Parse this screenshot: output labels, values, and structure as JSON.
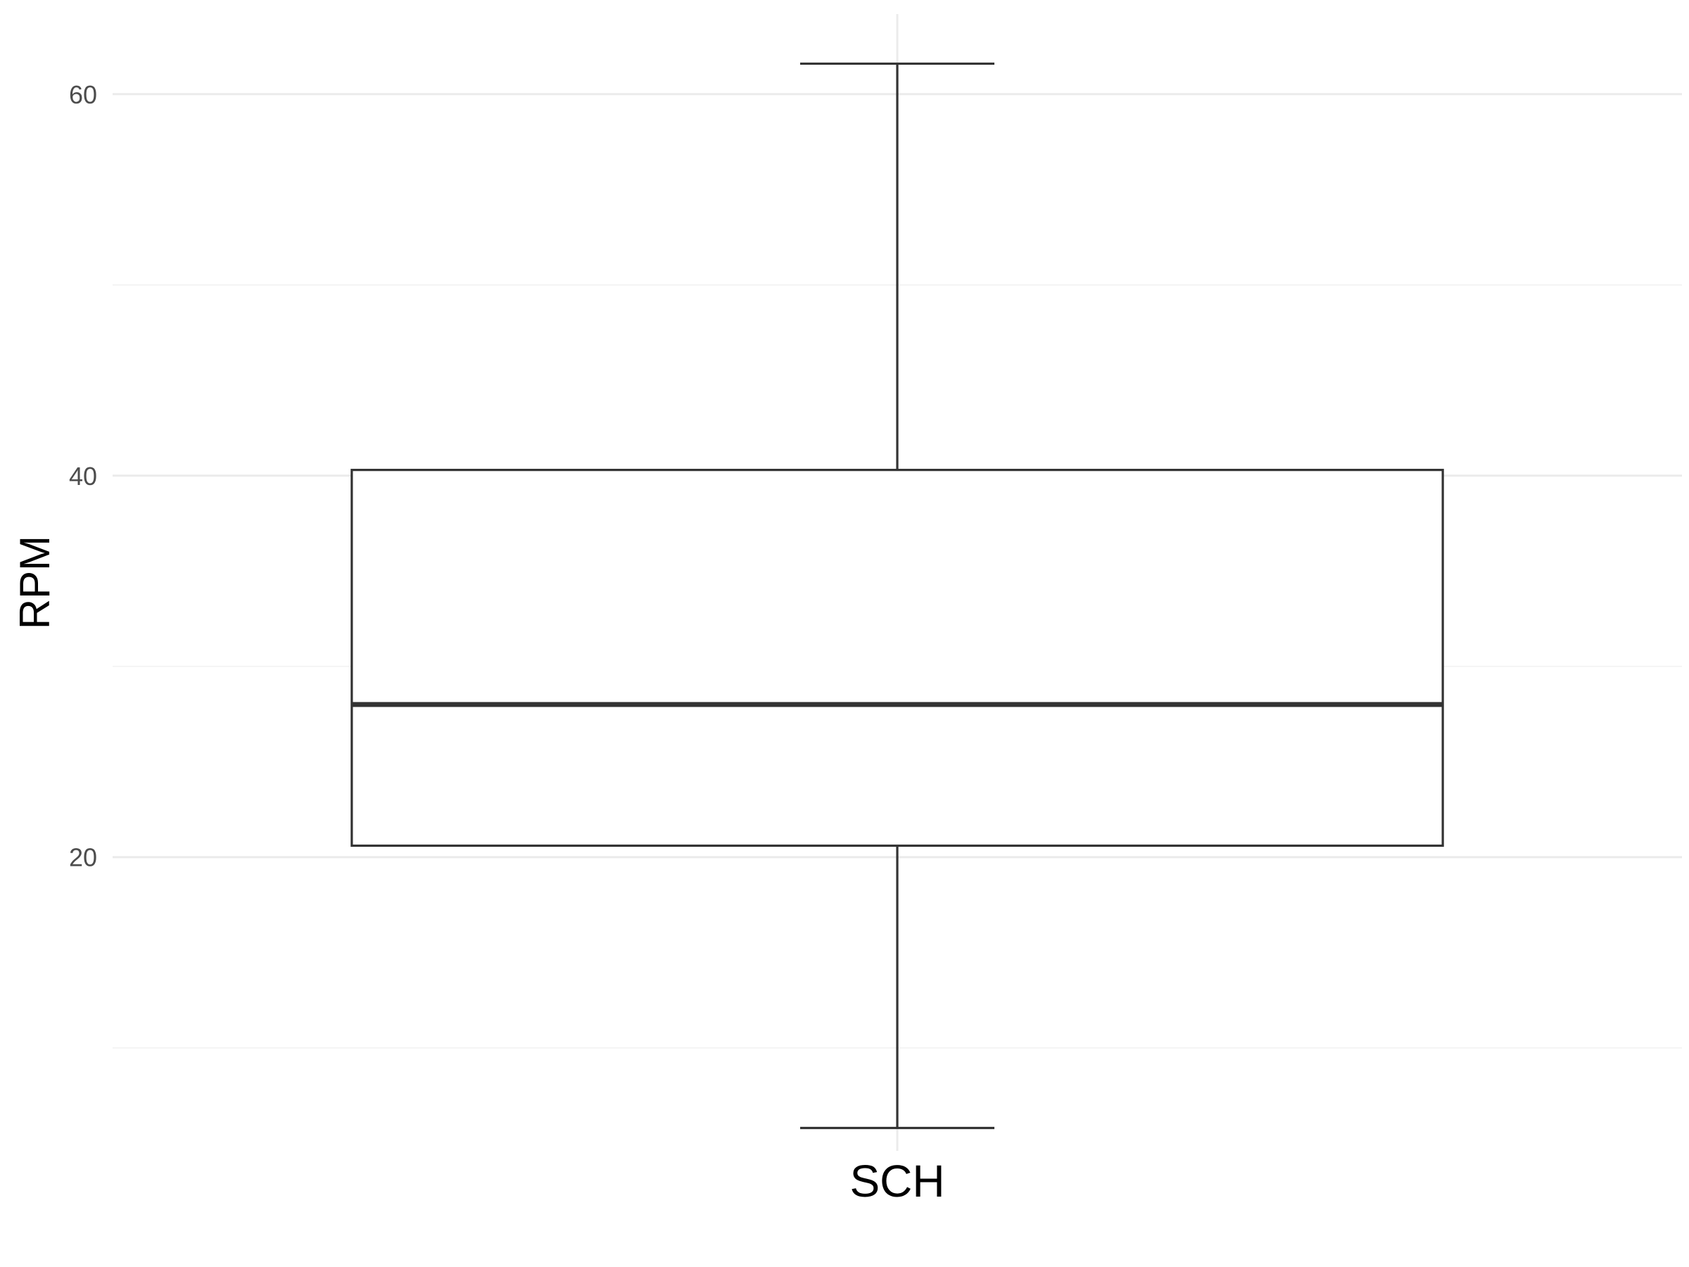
{
  "chart_data": {
    "type": "box",
    "title": "",
    "xlabel": "",
    "ylabel": "RPM",
    "categories": [
      "SCH"
    ],
    "y_ticks": [
      20,
      40,
      60
    ],
    "y_tick_labels": [
      "20",
      "40",
      "60"
    ],
    "y_minor_ticks": [
      10,
      30,
      50
    ],
    "ylim": [
      4.6,
      64.2
    ],
    "grid": true,
    "legend": "none",
    "boxes": [
      {
        "category": "SCH",
        "whisker_low": 5.8,
        "q1": 20.6,
        "median": 28.0,
        "q3": 40.3,
        "whisker_high": 61.6
      }
    ],
    "colors": {
      "box_fill": "#ffffff",
      "box_stroke": "#333333",
      "median": "#333333",
      "grid_major": "#ebebeb",
      "grid_minor": "#f2f2f2",
      "tick_text": "#4d4d4d"
    }
  }
}
